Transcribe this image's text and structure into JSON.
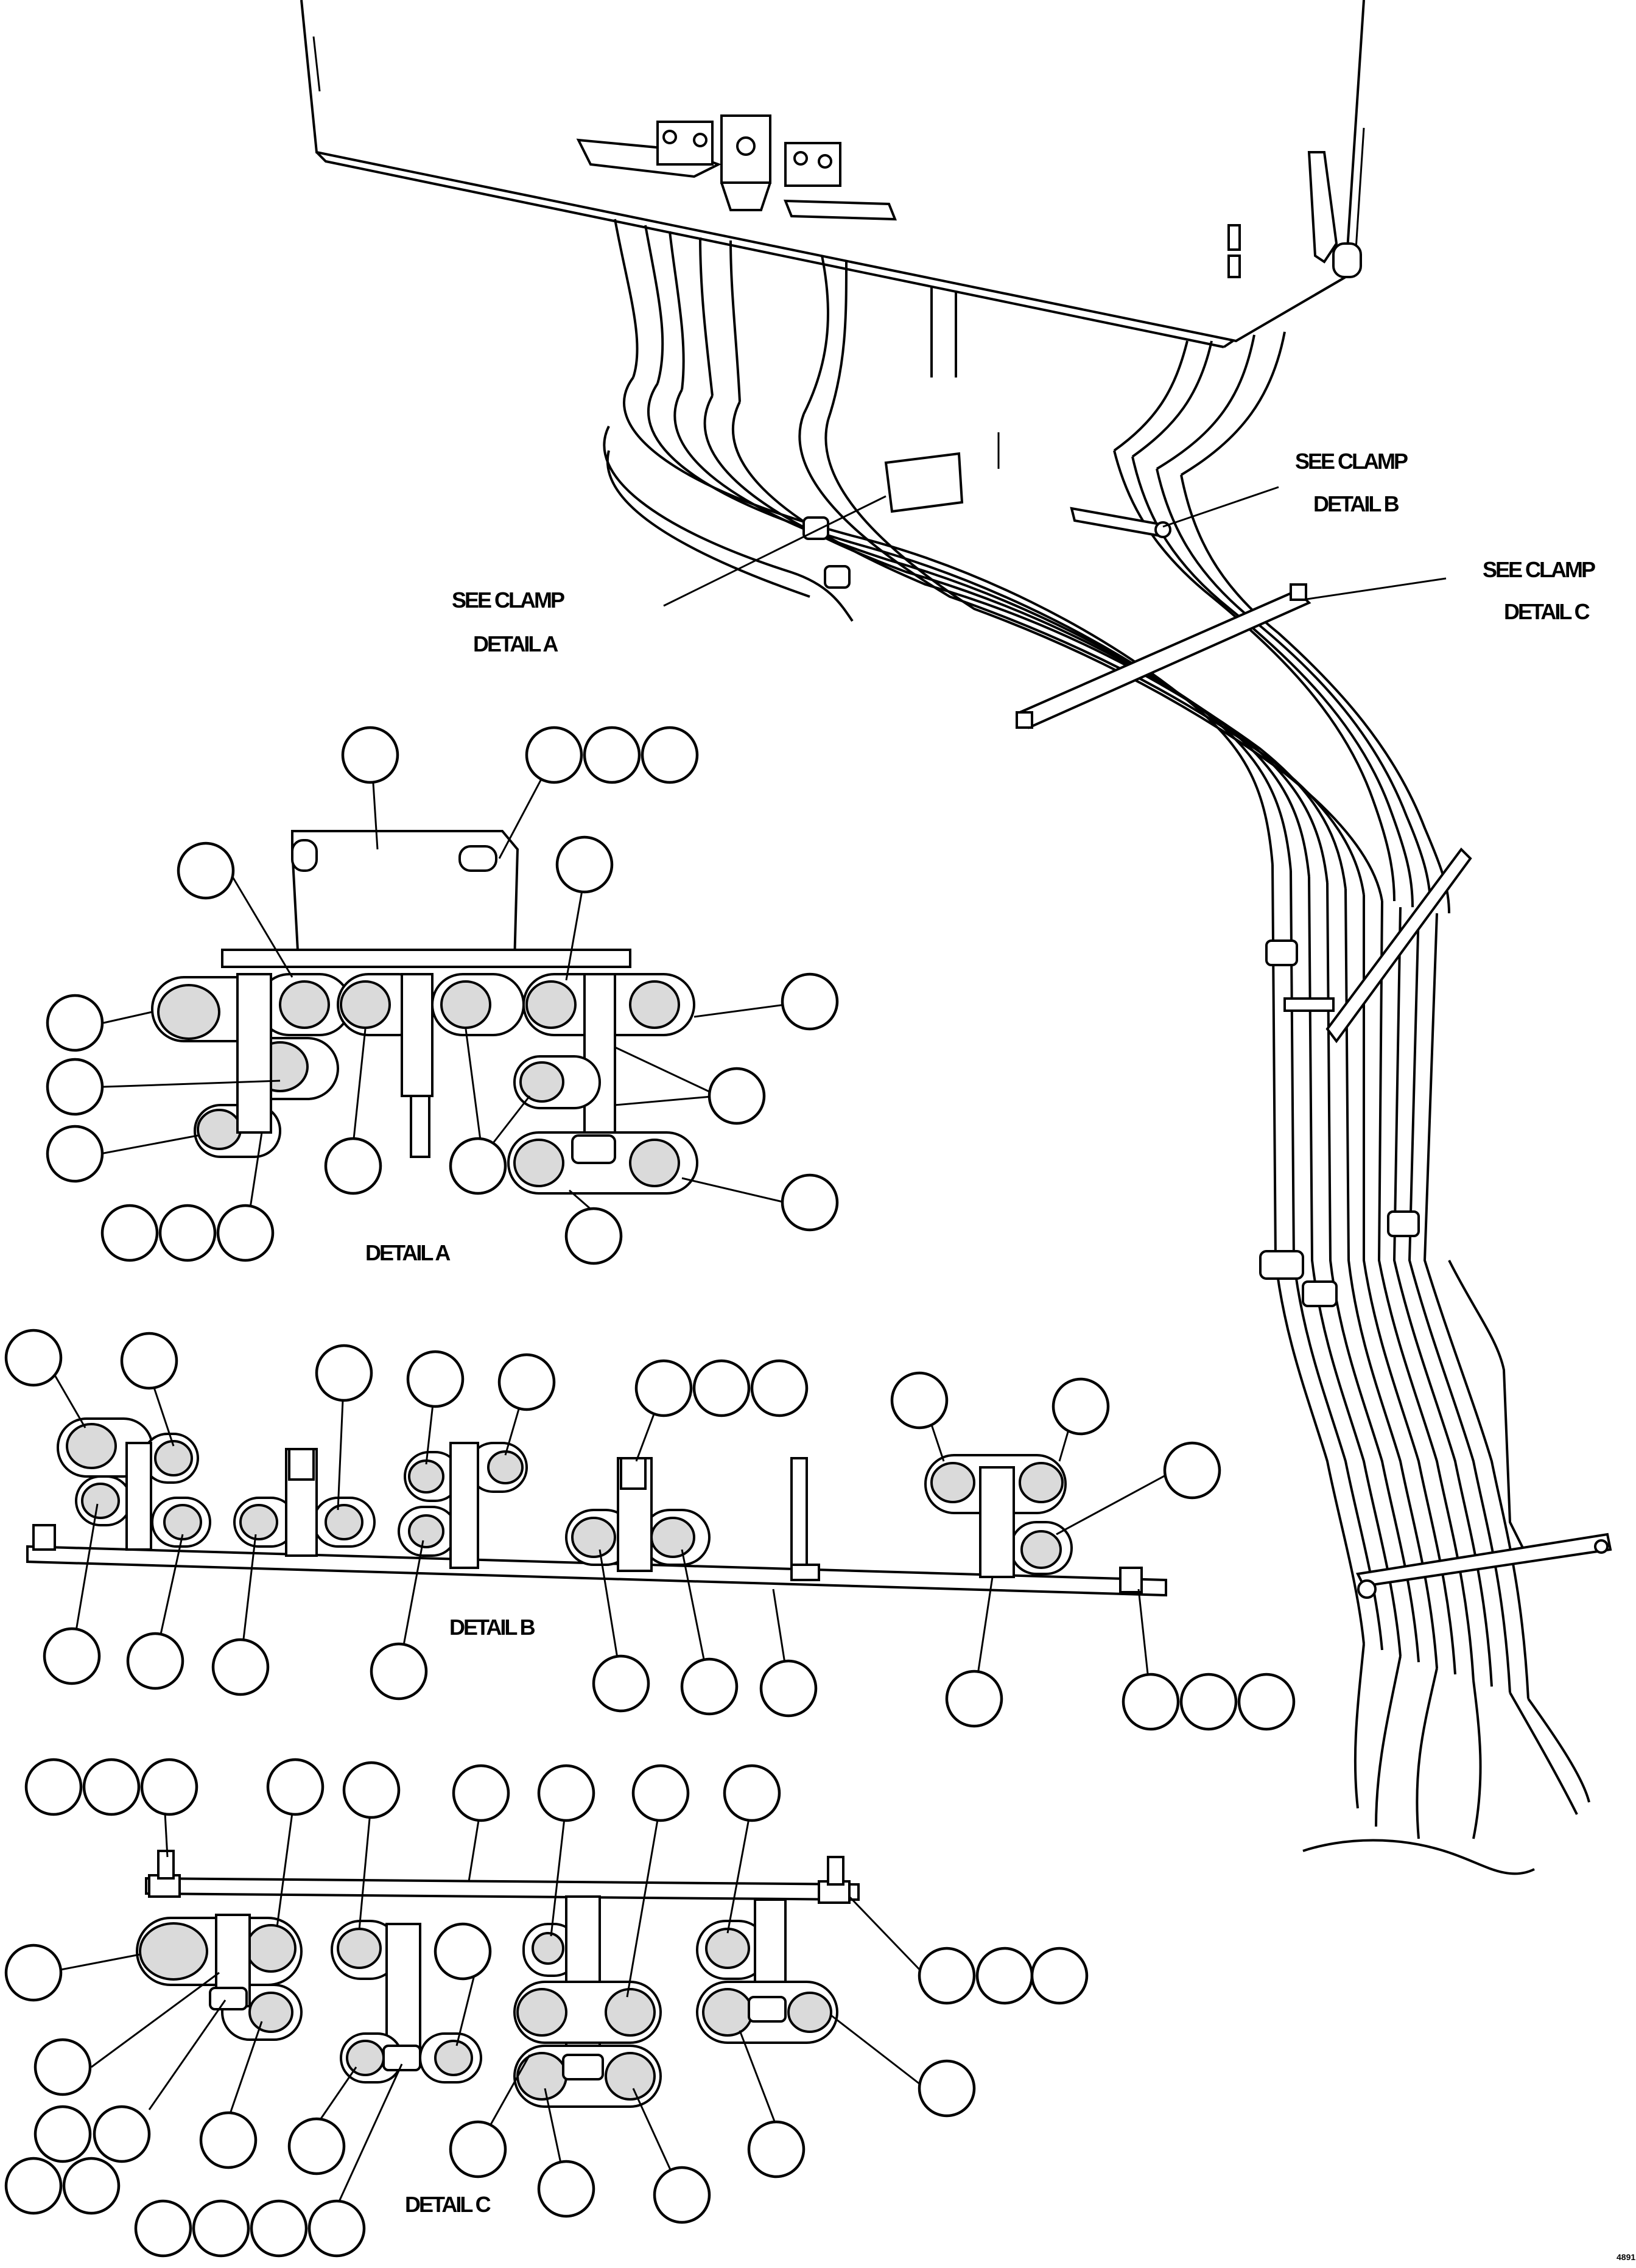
{
  "callouts": {
    "clamp_a": [
      "SEE CLAMP",
      "DETAIL A"
    ],
    "clamp_b": [
      "SEE CLAMP",
      "DETAIL B"
    ],
    "clamp_c": [
      "SEE CLAMP",
      "DETAIL C"
    ]
  },
  "details": {
    "a": "DETAIL A",
    "b": "DETAIL B",
    "c": "DETAIL C"
  },
  "figure_number": "4891"
}
